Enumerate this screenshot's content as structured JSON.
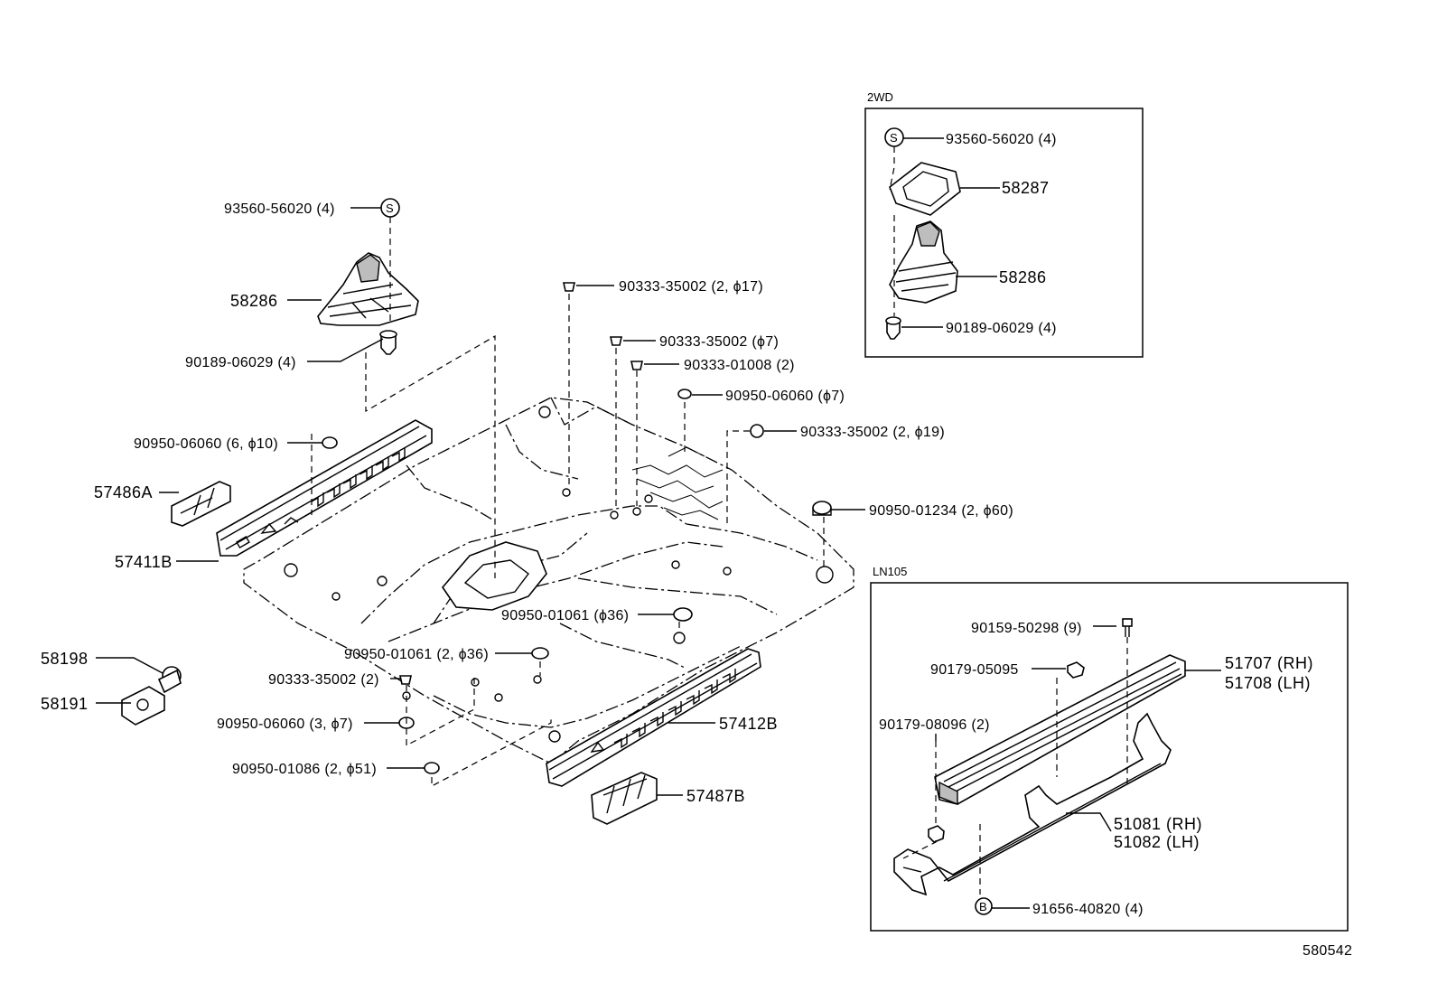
{
  "diagram_id": "580542",
  "boxes": {
    "two_wd": {
      "title": "2WD"
    },
    "ln105": {
      "title": "LN105"
    }
  },
  "labels": {
    "main": [
      {
        "key": "p93560_l",
        "text": "93560-56020 (4)"
      },
      {
        "key": "p58286_l",
        "text": "58286"
      },
      {
        "key": "p90189_l",
        "text": "90189-06029 (4)"
      },
      {
        "key": "p90950a",
        "text": "90950-06060 (6, ϕ10)"
      },
      {
        "key": "p57486A",
        "text": "57486A"
      },
      {
        "key": "p57411B",
        "text": "57411B"
      },
      {
        "key": "p58198",
        "text": "58198"
      },
      {
        "key": "p58191",
        "text": "58191"
      },
      {
        "key": "p90333a",
        "text": "90333-35002 (2, ϕ17)"
      },
      {
        "key": "p90333b",
        "text": "90333-35002 (ϕ7)"
      },
      {
        "key": "p90333c",
        "text": "90333-01008 (2)"
      },
      {
        "key": "p90950b",
        "text": "90950-06060 (ϕ7)"
      },
      {
        "key": "p90333d",
        "text": "90333-35002 (2, ϕ19)"
      },
      {
        "key": "p90950c",
        "text": "90950-01234 (2, ϕ60)"
      },
      {
        "key": "p90950d",
        "text": "90950-01061 (ϕ36)"
      },
      {
        "key": "p90950e",
        "text": "90950-01061 (2, ϕ36)"
      },
      {
        "key": "p90333e",
        "text": "90333-35002 (2)"
      },
      {
        "key": "p90950f",
        "text": "90950-06060 (3, ϕ7)"
      },
      {
        "key": "p90950g",
        "text": "90950-01086 (2, ϕ51)"
      },
      {
        "key": "p57412B",
        "text": "57412B"
      },
      {
        "key": "p57487B",
        "text": "57487B"
      }
    ],
    "two_wd": [
      {
        "key": "w93560",
        "text": "93560-56020 (4)"
      },
      {
        "key": "w58287",
        "text": "58287"
      },
      {
        "key": "w58286",
        "text": "58286"
      },
      {
        "key": "w90189",
        "text": "90189-06029 (4)"
      }
    ],
    "ln105": [
      {
        "key": "n90159",
        "text": "90159-50298 (9)"
      },
      {
        "key": "n90179a",
        "text": "90179-05095"
      },
      {
        "key": "n90179b",
        "text": "90179-08096 (2)"
      },
      {
        "key": "n51707",
        "text": "51707 (RH)"
      },
      {
        "key": "n51708",
        "text": "51708 (LH)"
      },
      {
        "key": "n51081",
        "text": "51081 (RH)"
      },
      {
        "key": "n51082",
        "text": "51082 (LH)"
      },
      {
        "key": "n91656",
        "text": "91656-40820 (4)"
      }
    ]
  },
  "symbols": {
    "s_marker": "S",
    "b_marker": "B"
  }
}
